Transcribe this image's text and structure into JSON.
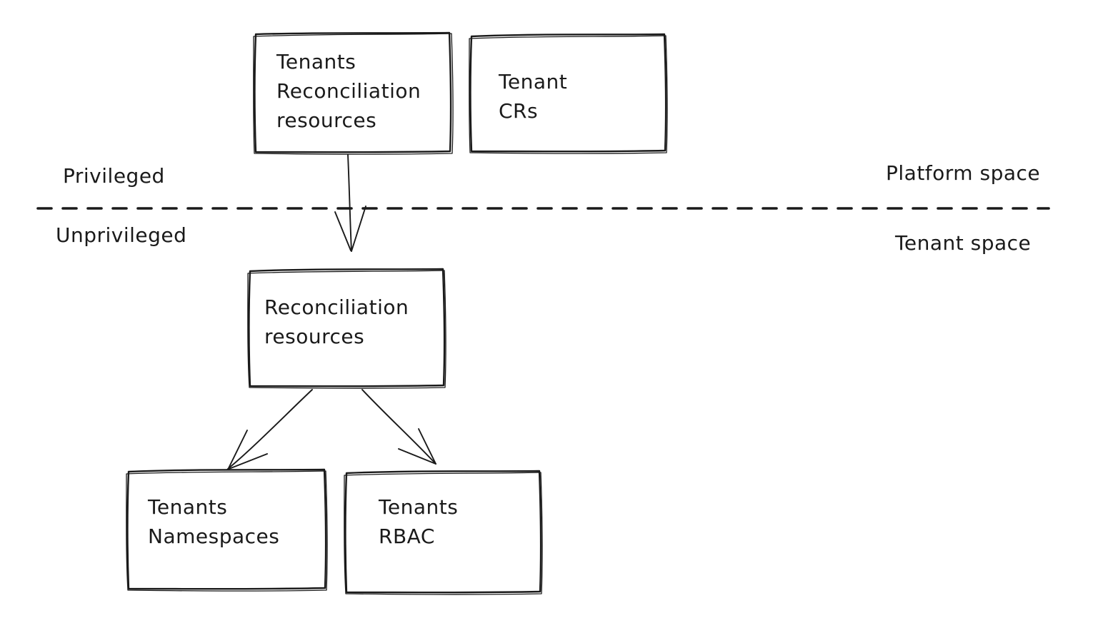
{
  "canvas": {
    "background_color": "#ffffff",
    "ink_color": "#1a1a1a"
  },
  "diagram": {
    "boxes": [
      {
        "name": "tenants-reconciliation-resources",
        "label": "Tenants\nReconciliation\nresources"
      },
      {
        "name": "tenant-crs",
        "label": "Tenant\nCRs"
      },
      {
        "name": "reconciliation-resources",
        "label": "Reconciliation\nresources"
      },
      {
        "name": "tenants-namespaces",
        "label": "Tenants\nNamespaces"
      },
      {
        "name": "tenants-rbac",
        "label": "Tenants\nRBAC"
      }
    ],
    "zone_labels": {
      "privileged": "Privileged",
      "unprivileged": "Unprivileged",
      "platform_space": "Platform space",
      "tenant_space": "Tenant space"
    },
    "connections": [
      {
        "from": "tenants-reconciliation-resources",
        "to": "reconciliation-resources",
        "style": "arrow"
      },
      {
        "from": "reconciliation-resources",
        "to": "tenants-namespaces",
        "style": "arrow"
      },
      {
        "from": "reconciliation-resources",
        "to": "tenants-rbac",
        "style": "arrow"
      }
    ],
    "divider": {
      "style": "dashed",
      "separates": "Privileged / Platform space (above) from Unprivileged / Tenant space (below)"
    }
  }
}
